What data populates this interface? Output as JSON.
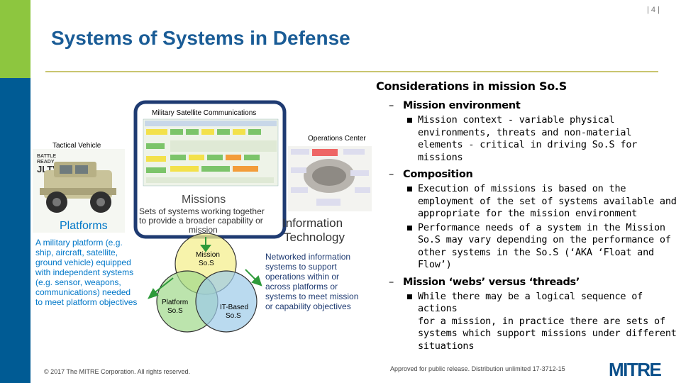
{
  "page_number": "| 4 |",
  "title": "Systems of Systems in Defense",
  "figure": {
    "sat_title": "Military Satellite Communications",
    "vehicle_title": "Tactical Vehicle",
    "vehicle_badge_1": "BATTLE",
    "vehicle_badge_2": "READY",
    "vehicle_badge_3": "JLTV",
    "ops_title": "Operations Center",
    "missions_title": "Missions",
    "missions_desc": [
      "Sets of systems working together",
      "to provide a broader capability or",
      "mission"
    ],
    "platforms_title": "Platforms",
    "platforms_desc": [
      "A military platform (e.g.",
      "ship, aircraft, satellite,",
      "ground vehicle) equipped",
      "with independent systems",
      "(e.g. sensor, weapons,",
      "communications) needed",
      "to meet platform objectives"
    ],
    "it_title_1": "Information",
    "it_title_2": "Technology",
    "it_desc": [
      "Networked information",
      "systems to support",
      "operations within or",
      "across  platforms or",
      "systems to meet  mission",
      "or capability objectives"
    ],
    "venn_mission": [
      "Mission",
      "So.S"
    ],
    "venn_platform": [
      "Platform",
      "So.S"
    ],
    "venn_it": [
      "IT-Based",
      "So.S"
    ]
  },
  "content": {
    "heading": "Considerations in mission So.S",
    "sections": [
      {
        "label": "Mission environment",
        "items": [
          [
            "Mission context - variable physical",
            "environments, threats and non-material",
            "elements - critical in driving So.S for missions"
          ]
        ]
      },
      {
        "label": "Composition",
        "items": [
          [
            "Execution of missions is based on the",
            "employment of the set of systems available and",
            "appropriate for the mission environment"
          ],
          [
            "Performance needs of a system in the Mission",
            "So.S may vary depending on the performance of",
            "other systems in the So.S (‘AKA ‘Float and",
            "Flow’)"
          ]
        ]
      },
      {
        "label": "Mission ‘webs’ versus ‘threads’",
        "items": [
          [
            "While there may be a logical sequence of actions",
            "for a mission, in practice there are sets of",
            "systems which support missions under different",
            "situations"
          ]
        ]
      }
    ]
  },
  "footer": {
    "copyright": "© 2017 The MITRE Corporation. All rights reserved.",
    "approval": "Approved for public release. Distribution unlimited 17-3712-15",
    "logo": "MITRE"
  },
  "colors": {
    "accent_green": "#8dc63f",
    "accent_blue": "#005b94",
    "title_blue": "#1a5c96",
    "platforms_blue": "#0077c8",
    "venn_yellow": "#f4ef8f",
    "venn_green": "#9fd88a",
    "venn_blue": "#9ccbe8"
  }
}
